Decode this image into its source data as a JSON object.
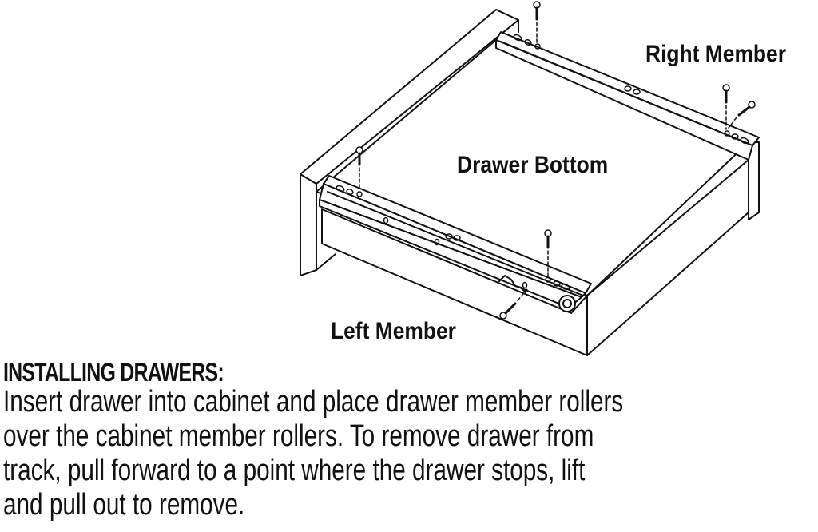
{
  "diagram": {
    "labels": {
      "right_member": "Right Member",
      "drawer_bottom": "Drawer Bottom",
      "left_member": "Left Member"
    },
    "parts": [
      "drawer-front-panel",
      "drawer-box",
      "left-member-rail",
      "right-member-rail",
      "roller",
      "screws"
    ],
    "stroke_color": "#111111",
    "fill_color": "#ffffff"
  },
  "instructions": {
    "heading": "INSTALLING DRAWERS:",
    "lines": [
      "Insert drawer into cabinet and place drawer member rollers",
      "over the cabinet member rollers. To remove drawer from",
      "track, pull forward to a point where the drawer stops, lift",
      "and pull out to remove."
    ]
  }
}
